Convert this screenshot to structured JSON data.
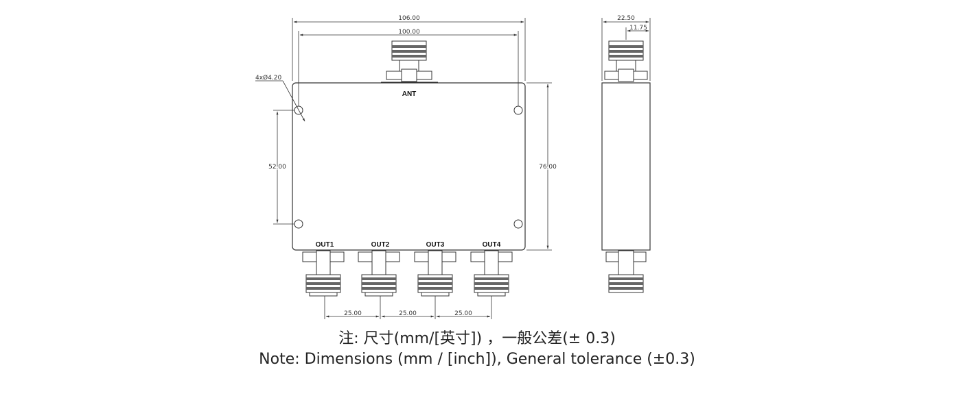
{
  "dimensions": {
    "overall_width": "106.00",
    "hole_spacing_h": "100.00",
    "hole_callout": "4xØ4.20",
    "hole_spacing_v": "52.00",
    "body_height": "76.00",
    "side_width": "22.50",
    "side_offset": "11.75",
    "pitch_1": "25.00",
    "pitch_2": "25.00",
    "pitch_3": "25.00"
  },
  "ports": {
    "input": "ANT",
    "outputs": [
      "OUT1",
      "OUT2",
      "OUT3",
      "OUT4"
    ]
  },
  "notes": {
    "cn": "注: 尺寸(mm/[英寸])  ，一般公差(± 0.3)",
    "en": "Note: Dimensions (mm / [inch]), General tolerance (±0.3)"
  }
}
